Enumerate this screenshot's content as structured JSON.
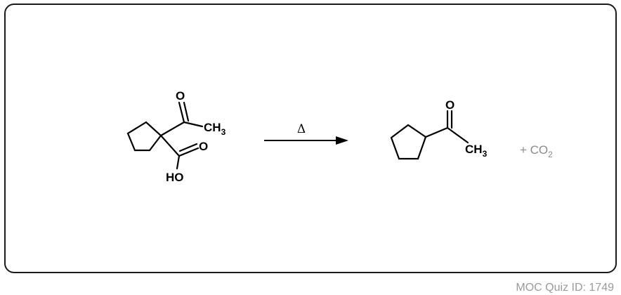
{
  "reactant": {
    "atoms": {
      "ketone_oxygen": "O",
      "methyl_group": "CH",
      "methyl_subscript": "3",
      "acid_oxygen": "O",
      "hydroxyl": "HO"
    }
  },
  "arrow": {
    "condition": "Δ"
  },
  "product": {
    "atoms": {
      "ketone_oxygen": "O",
      "methyl_group": "CH",
      "methyl_subscript": "3"
    }
  },
  "byproduct": {
    "text": "+ CO",
    "subscript": "2"
  },
  "footer": {
    "quiz_id": "MOC Quiz ID: 1749"
  },
  "colors": {
    "frame": "#1a1a1a",
    "bonds": "#000000",
    "byproduct": "#8a8a8a",
    "footer": "#9a9a9a"
  }
}
